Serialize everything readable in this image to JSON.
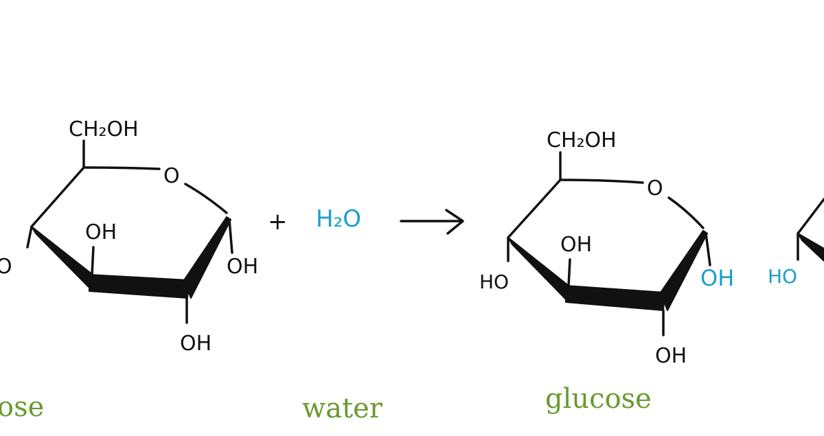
{
  "colors": {
    "ink": "#111111",
    "water_blue": "#1aa0c8",
    "label_green": "#6a9a2e"
  },
  "left_molecule": {
    "ch2oh": "CH₂OH",
    "ring_oxygen": "O",
    "oh_top": "OH",
    "oh_right": "OH",
    "oh_bottom": "OH",
    "oh_left_partial": "O",
    "name_partial": "ose"
  },
  "plus_sign": "+",
  "water": {
    "formula": "H₂O",
    "name": "water"
  },
  "arrow": "→",
  "glucose": {
    "ch2oh": "CH₂OH",
    "ring_oxygen": "O",
    "oh_top": "OH",
    "oh_right": "OH",
    "oh_bottom": "OH",
    "ho_left": "HO",
    "name": "glucose"
  },
  "right_partial": {
    "ho_left": "HO"
  }
}
